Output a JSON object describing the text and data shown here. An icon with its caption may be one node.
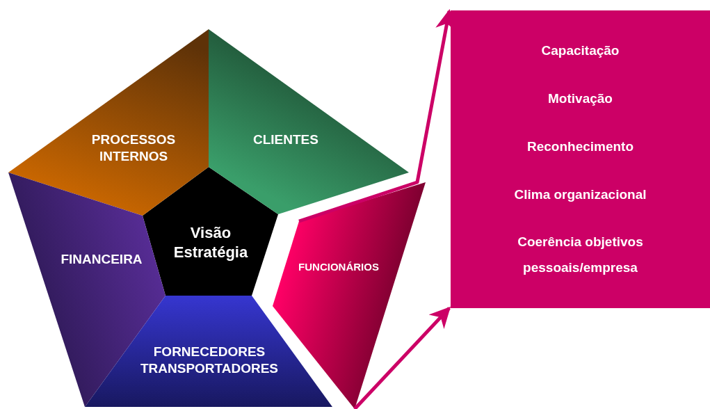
{
  "diagram": {
    "nodes": [
      {
        "text": [
          "Visão Estratégia"
        ]
      },
      {
        "text": [
          "PROCESSOS INTERNOS"
        ]
      },
      {
        "text": [
          "CLIENTES"
        ]
      },
      {
        "text": [
          "FINANCEIRA"
        ]
      },
      {
        "text": [
          "FUNCIONÁRIOS"
        ]
      },
      {
        "text": [
          "FORNECEDORES TRANSPORTADORES"
        ]
      },
      {
        "text": [
          "Capacitação",
          "Motivação",
          "Reconhecimento",
          "Clima organizacional",
          "Coerência objetivos pessoais/empresa"
        ]
      }
    ],
    "edges": [
      {
        "from": 4,
        "to": 6,
        "arrow": "to"
      },
      {
        "from": 4,
        "to": 6,
        "arrow": "to"
      }
    ]
  }
}
